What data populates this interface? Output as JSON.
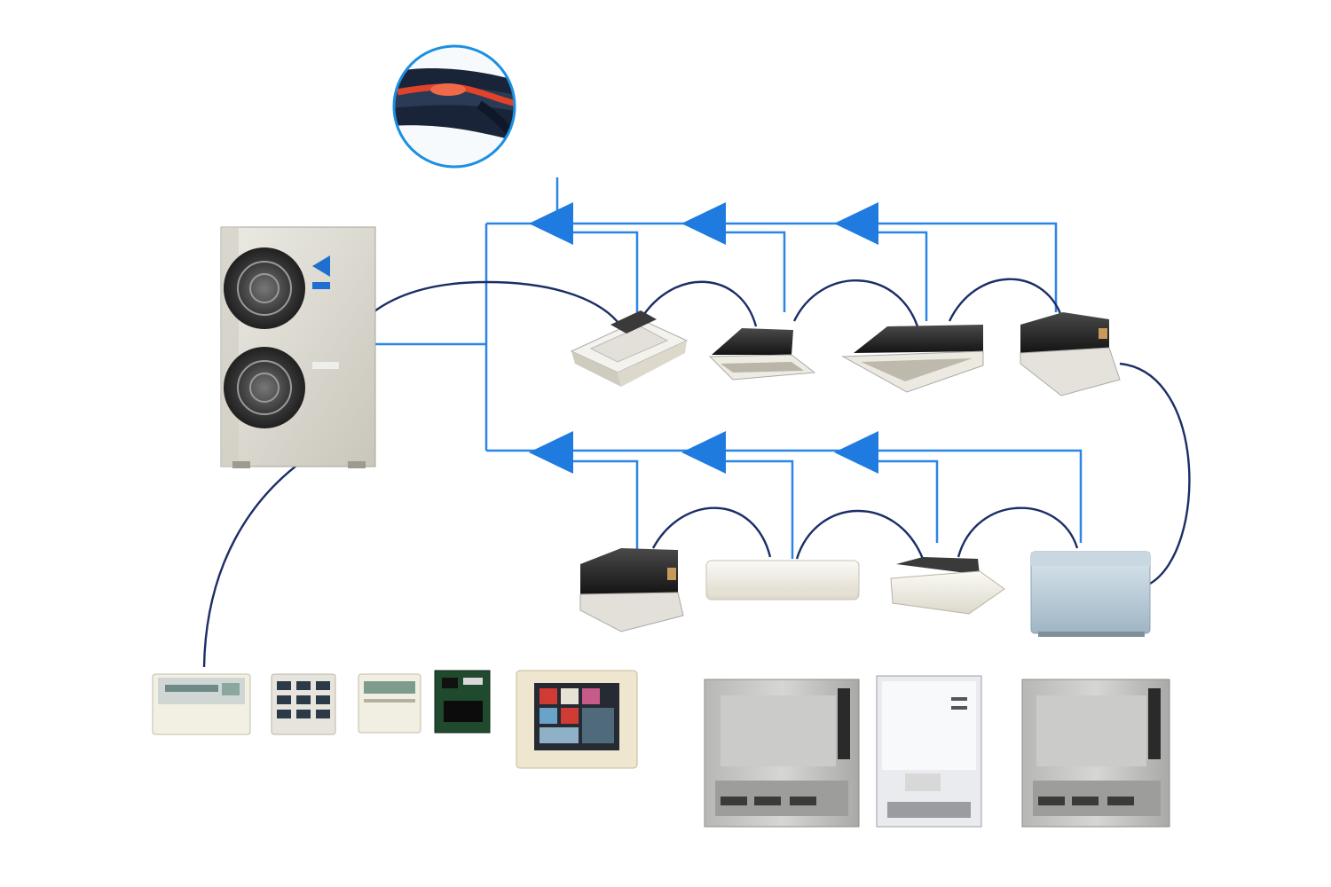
{
  "diagram": {
    "type": "vrf-system-schematic",
    "colors": {
      "background": "#ffffff",
      "refrigerant_pipe": "#2a86e6",
      "control_wiring": "#1c2e66",
      "unit_body": "#d9d6cc",
      "unit_dark": "#2a2a2a",
      "panel_light": "#f1ede2",
      "refnet_joint": "#1f7be0"
    },
    "outdoor_unit": {
      "icon": "outdoor-condenser-two-fan"
    },
    "refnet_inset": {
      "icon": "refnet-joint-cutaway"
    },
    "indoor_units_upper": [
      {
        "icon": "ceiling-cassette-4way"
      },
      {
        "icon": "ceiling-cassette-2way"
      },
      {
        "icon": "ceiling-cassette-2way-large"
      },
      {
        "icon": "ducted-unit"
      }
    ],
    "indoor_units_lower": [
      {
        "icon": "ducted-unit"
      },
      {
        "icon": "wall-mounted-split"
      },
      {
        "icon": "ceiling-suspended"
      },
      {
        "icon": "floor-standing-console"
      }
    ],
    "controllers": [
      {
        "icon": "central-remote-controller"
      },
      {
        "icon": "unified-on-off-controller"
      },
      {
        "icon": "schedule-timer"
      },
      {
        "icon": "adaptor-pcb"
      },
      {
        "icon": "touch-screen-controller"
      },
      {
        "icon": "building-management-interface"
      },
      {
        "icon": "bacnet-gateway"
      },
      {
        "icon": "building-management-interface"
      }
    ]
  }
}
